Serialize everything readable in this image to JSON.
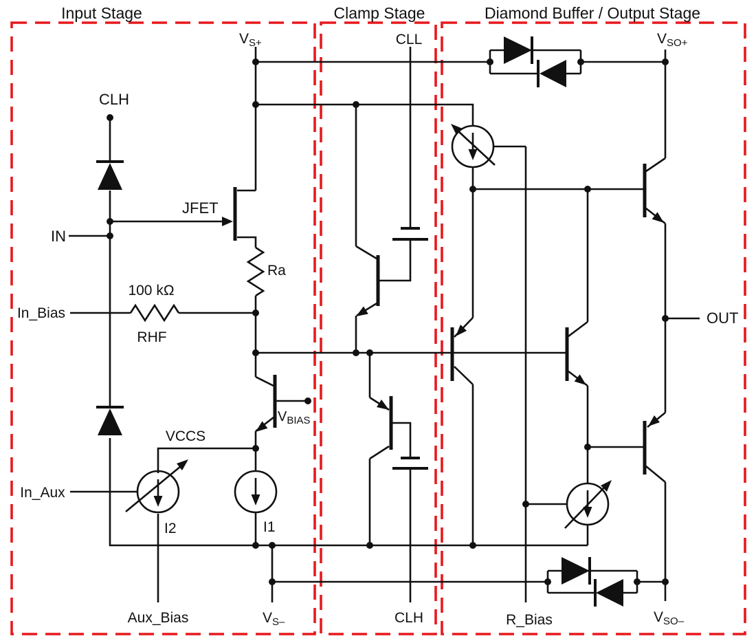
{
  "stages": [
    {
      "label": "Input Stage"
    },
    {
      "label": "Clamp Stage"
    },
    {
      "label": "Diamond Buffer / Output Stage"
    }
  ],
  "terminals": {
    "clh_top": "CLH",
    "in": "IN",
    "in_bias": "In_Bias",
    "in_aux": "In_Aux",
    "aux_bias": "Aux_Bias",
    "cll": "CLL",
    "clh_bottom": "CLH",
    "r_bias": "R_Bias",
    "out": "OUT",
    "vs_plus": {
      "main": "V",
      "sub": "S+"
    },
    "vs_minus": {
      "main": "V",
      "sub": "S–"
    },
    "vso_plus": {
      "main": "V",
      "sub": "SO+"
    },
    "vso_minus": {
      "main": "V",
      "sub": "SO–"
    }
  },
  "components": {
    "jfet": "JFET",
    "rhf_value": "100 kΩ",
    "rhf": "RHF",
    "ra": "Ra",
    "vccs": "VCCS",
    "i1": "I1",
    "i2": "I2",
    "vbias": {
      "main": "V",
      "sub": "BIAS"
    }
  },
  "colors": {
    "wire": "#111111",
    "stage_border": "#e7191d",
    "text": "#111111",
    "background": "#ffffff"
  }
}
